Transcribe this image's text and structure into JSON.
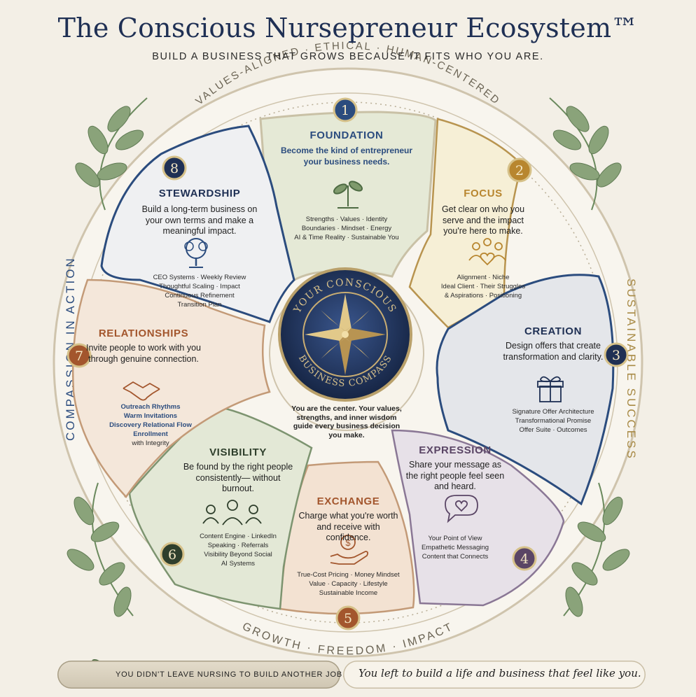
{
  "header": {
    "title": "The Conscious Nursepreneur Ecosystem™",
    "subtitle": "BUILD A BUSINESS THAT GROWS BECAUSE IT FITS WHO YOU ARE."
  },
  "ring": {
    "top_text": "VALUES-ALIGNED · ETHICAL · HUMAN-CENTERED",
    "left_text": "COMPASSION IN ACTION",
    "right_text": "SUSTAINABLE SUCCESS",
    "bottom_text": "GROWTH · FREEDOM · IMPACT"
  },
  "center": {
    "badge_top": "YOUR CONSCIOUS",
    "badge_bottom": "BUSINESS COMPASS",
    "text": "You are the center. Your values, strengths, and inner wisdom guide every business decision you make."
  },
  "segments": [
    {
      "number": "1",
      "title": "FOUNDATION",
      "description": "Become the kind of entrepreneur your business needs.",
      "items": [
        "Strengths · Values · Identity",
        "Boundaries · Mindset · Energy",
        "AI & Time Reality · Sustainable You"
      ],
      "icon": "sprout-icon",
      "color": "#2b4c7e"
    },
    {
      "number": "2",
      "title": "FOCUS",
      "description": "Get clear on who you serve and the impact you're here to make.",
      "items": [
        "Alignment · Niche",
        "Ideal Client · Their Struggles",
        "& Aspirations · Positioning"
      ],
      "icon": "people-heart-icon",
      "color": "#b8862f"
    },
    {
      "number": "3",
      "title": "CREATION",
      "description": "Design offers that create transformation and clarity.",
      "items": [
        "Signature Offer Architecture",
        "Transformational Promise",
        "Offer Suite · Outcomes"
      ],
      "icon": "gift-icon",
      "color": "#1f3054"
    },
    {
      "number": "4",
      "title": "EXPRESSION",
      "description": "Share your message as the right people feel seen and heard.",
      "items": [
        "Your Point of View",
        "Empathetic Messaging",
        "Content that Connects"
      ],
      "icon": "speech-heart-icon",
      "color": "#5a4565"
    },
    {
      "number": "5",
      "title": "EXCHANGE",
      "description": "Charge what you're worth and receive with confidence.",
      "items": [
        "True-Cost Pricing · Money Mindset",
        "Value · Capacity · Lifestyle",
        "Sustainable Income"
      ],
      "icon": "hand-coin-icon",
      "color": "#a3562d"
    },
    {
      "number": "6",
      "title": "VISIBILITY",
      "description": "Be found by the right people consistently— without burnout.",
      "items": [
        "Content Engine · LinkedIn",
        "Speaking · Referrals",
        "Visibility Beyond Social",
        "AI Systems"
      ],
      "icon": "audience-icon",
      "color": "#2f3f2c"
    },
    {
      "number": "7",
      "title": "RELATIONSHIPS",
      "description": "Invite people to work with you through genuine connection.",
      "items": [
        "Outreach Rhythms",
        "Warm Invitations",
        "Discovery Relational Flow",
        "Enrollment",
        "with Integrity"
      ],
      "icon": "handshake-icon",
      "color": "#a3562d"
    },
    {
      "number": "8",
      "title": "STEWARDSHIP",
      "description": "Build a long-term business on your own terms and make a meaningful impact.",
      "items": [
        "CEO Systems · Weekly Review",
        "Thoughtful Scaling · Impact",
        "Continuous Refinement",
        "Transition Plan"
      ],
      "icon": "tree-icon",
      "color": "#1f3054"
    }
  ],
  "footer": {
    "left": "YOU DIDN'T LEAVE NURSING TO BUILD ANOTHER JOB.",
    "right": "You left to build a life and business that feel like you."
  }
}
